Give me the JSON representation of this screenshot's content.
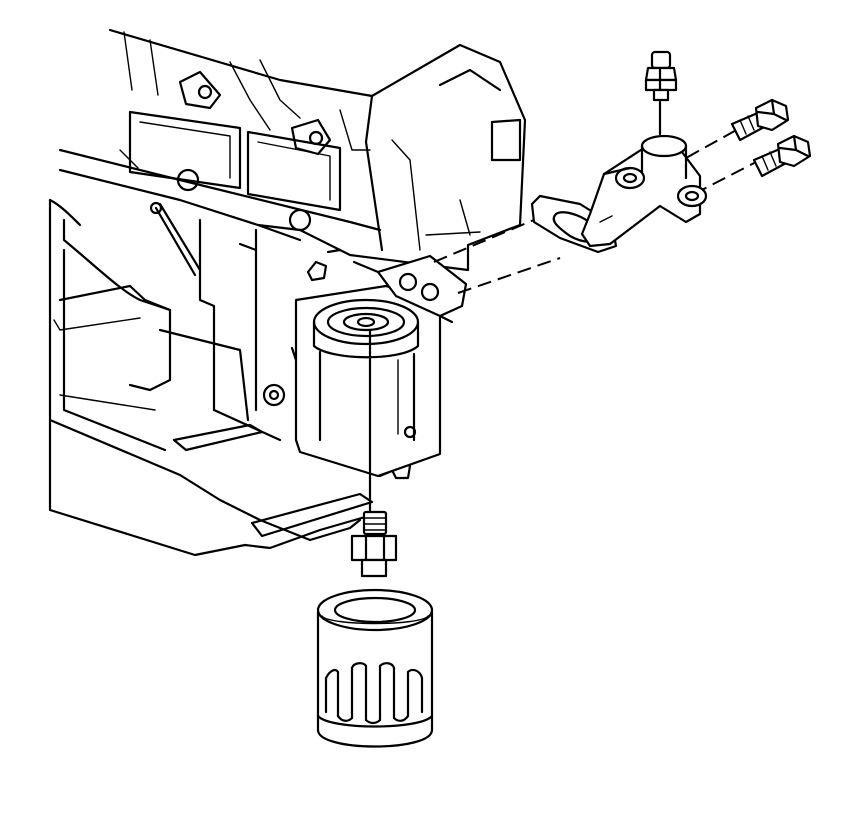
{
  "figure": {
    "type": "exploded-assembly-line-drawing",
    "color_line": "#000000",
    "color_background": "#ffffff",
    "parts": [
      "engine-block",
      "oil-pan",
      "oil-filter-adapter",
      "adapter-gasket",
      "outlet-elbow",
      "elbow-bolt-upper",
      "elbow-bolt-lower",
      "pressure-sensor",
      "filter-nipple",
      "oil-filter"
    ]
  }
}
